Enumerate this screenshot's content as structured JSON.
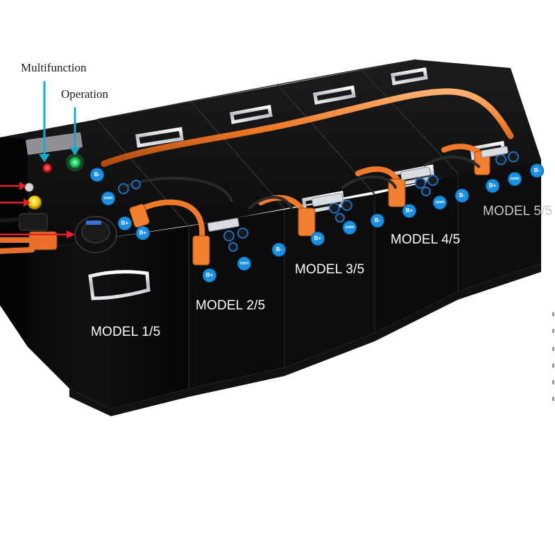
{
  "callouts": {
    "multifunction": "Multifunction",
    "operation": "Operation"
  },
  "modules": [
    {
      "label": "MODEL 1/5"
    },
    {
      "label": "MODEL 2/5"
    },
    {
      "label": "MODEL 3/5"
    },
    {
      "label": "MODEL 4/5"
    },
    {
      "label": "MODEL 5/5"
    }
  ],
  "terminals": {
    "negative": "B-",
    "positive": "B+",
    "communication": "com"
  },
  "colors": {
    "case": "#0c0c0d",
    "cable": "#f07a2a",
    "badge": "#1d8fe0",
    "arrow": "#1aa7c8",
    "red_arrow": "#e0202a",
    "led_red": "#e8202a",
    "led_green": "#26e070",
    "button_yellow": "#f0c800"
  }
}
